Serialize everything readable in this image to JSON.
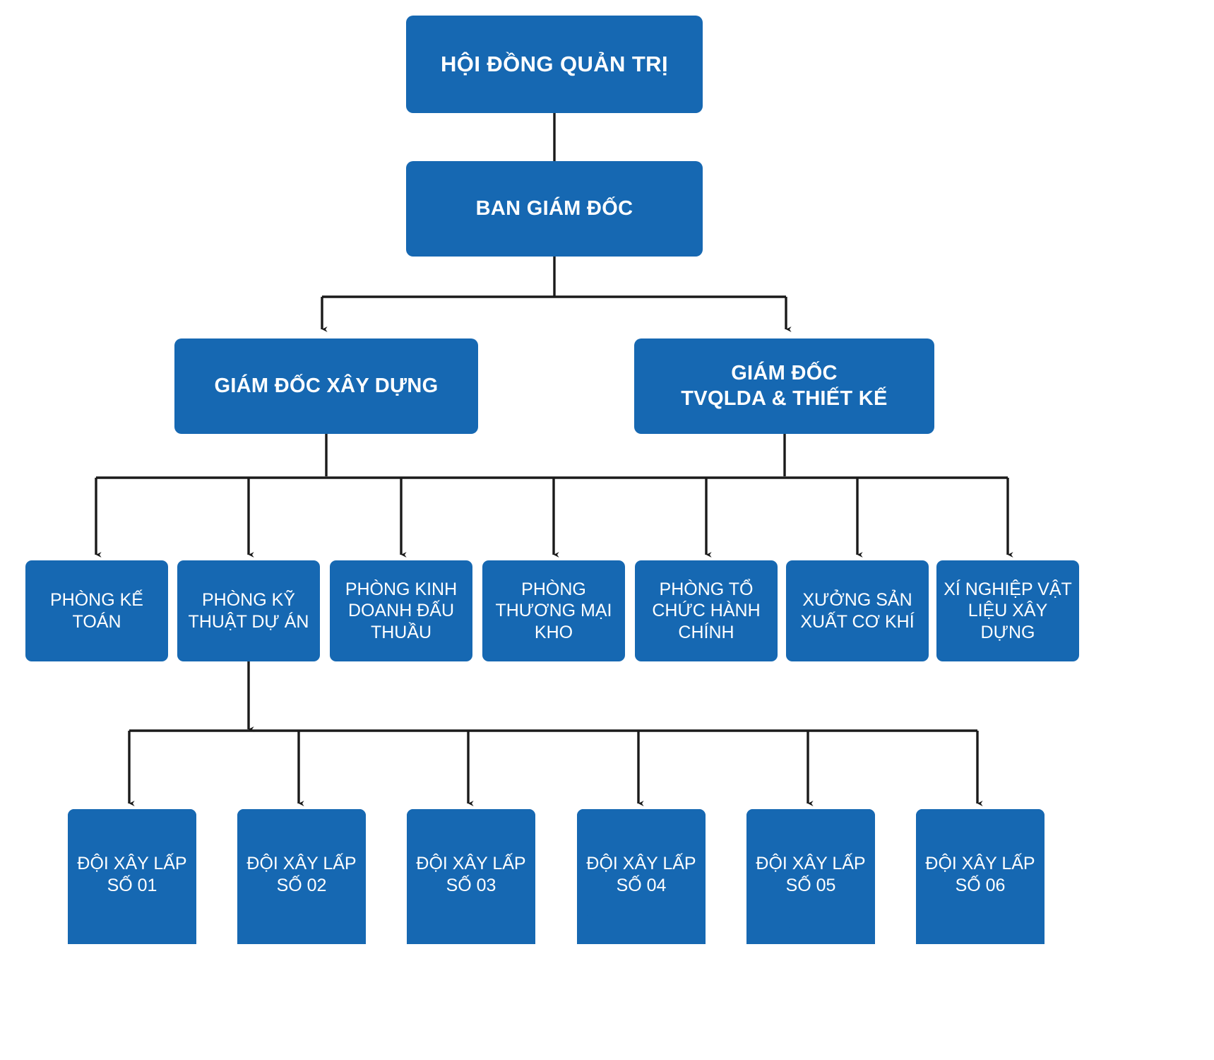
{
  "colors": {
    "box_fill": "#1668B2",
    "box_text": "#FFFFFF",
    "connector": "#1A1A1A",
    "background": "#FFFFFF"
  },
  "chart_data": {
    "type": "diagram",
    "subtype": "organizational-chart",
    "title": "",
    "orientation": "top-down",
    "levels": 4,
    "nodes": [
      {
        "id": "n1",
        "level": 1,
        "label": "HỘI ĐỒNG QUẢN TRỊ",
        "shape": "rounded-rect",
        "style": "bold",
        "parent": null
      },
      {
        "id": "n2",
        "level": 2,
        "label": "BAN GIÁM ĐỐC",
        "shape": "rounded-rect",
        "style": "bold",
        "parent": "n1"
      },
      {
        "id": "n3",
        "level": 3,
        "label": "GIÁM ĐỐC XÂY DỰNG",
        "shape": "rounded-rect",
        "style": "bold",
        "parent": "n2"
      },
      {
        "id": "n4",
        "level": 3,
        "label": "GIÁM ĐỐC\nTVQLDA & THIẾT KẾ",
        "shape": "rounded-rect",
        "style": "bold",
        "parent": "n2"
      },
      {
        "id": "d1",
        "level": 4,
        "label": "PHÒNG KẾ\nTOÁN",
        "shape": "rounded-rect",
        "style": "regular",
        "parent": "n3"
      },
      {
        "id": "d2",
        "level": 4,
        "label": "PHÒNG KỸ\nTHUẬT DỰ ÁN",
        "shape": "rounded-rect",
        "style": "regular",
        "parent": "n3"
      },
      {
        "id": "d3",
        "level": 4,
        "label": "PHÒNG KINH\nDOANH ĐẤU\nTHUẦU",
        "shape": "rounded-rect",
        "style": "regular",
        "parent": "n3"
      },
      {
        "id": "d4",
        "level": 4,
        "label": "PHÒNG\nTHƯƠNG MẠI\nKHO",
        "shape": "rounded-rect",
        "style": "regular",
        "parent": "n3"
      },
      {
        "id": "d5",
        "level": 4,
        "label": "PHÒNG TỔ\nCHỨC HÀNH\nCHÍNH",
        "shape": "rounded-rect",
        "style": "regular",
        "parent": "n4"
      },
      {
        "id": "d6",
        "level": 4,
        "label": "XƯỞNG SẢN\nXUẤT CƠ KHÍ",
        "shape": "rounded-rect",
        "style": "regular",
        "parent": "n4"
      },
      {
        "id": "d7",
        "level": 4,
        "label": "XÍ NGHIỆP VẬT\nLIỆU XÂY DỰNG",
        "shape": "rounded-rect",
        "style": "regular",
        "parent": "n4"
      },
      {
        "id": "t1",
        "level": 5,
        "label": "ĐỘI XÂY LẤP\nSỐ 01",
        "shape": "pentagon-notch",
        "style": "regular",
        "parent": "d2"
      },
      {
        "id": "t2",
        "level": 5,
        "label": "ĐỘI XÂY LẤP\nSỐ 02",
        "shape": "pentagon-notch",
        "style": "regular",
        "parent": "d2"
      },
      {
        "id": "t3",
        "level": 5,
        "label": "ĐỘI XÂY LẤP\nSỐ 03",
        "shape": "pentagon-notch",
        "style": "regular",
        "parent": "d2"
      },
      {
        "id": "t4",
        "level": 5,
        "label": "ĐỘI XÂY LẤP\nSỐ 04",
        "shape": "pentagon-notch",
        "style": "regular",
        "parent": "d2"
      },
      {
        "id": "t5",
        "level": 5,
        "label": "ĐỘI XÂY LẤP\nSỐ 05",
        "shape": "pentagon-notch",
        "style": "regular",
        "parent": "d2"
      },
      {
        "id": "t6",
        "level": 5,
        "label": "ĐỘI XÂY LẤP\nSỐ 06",
        "shape": "pentagon-notch",
        "style": "regular",
        "parent": "d2"
      }
    ],
    "edges": [
      {
        "from": "n1",
        "to": "n2",
        "arrow": false
      },
      {
        "from": "n2",
        "to": "n3",
        "arrow": true
      },
      {
        "from": "n2",
        "to": "n4",
        "arrow": true
      },
      {
        "from": "n3",
        "to": "d1",
        "arrow": true
      },
      {
        "from": "n3",
        "to": "d2",
        "arrow": true
      },
      {
        "from": "n3",
        "to": "d3",
        "arrow": true
      },
      {
        "from": "n3",
        "to": "d4",
        "arrow": true
      },
      {
        "from": "n4",
        "to": "d5",
        "arrow": true
      },
      {
        "from": "n4",
        "to": "d6",
        "arrow": true
      },
      {
        "from": "n4",
        "to": "d7",
        "arrow": true
      },
      {
        "from": "d2",
        "to": "t1",
        "arrow": true
      },
      {
        "from": "d2",
        "to": "t2",
        "arrow": true
      },
      {
        "from": "d2",
        "to": "t3",
        "arrow": true
      },
      {
        "from": "d2",
        "to": "t4",
        "arrow": true
      },
      {
        "from": "d2",
        "to": "t5",
        "arrow": true
      },
      {
        "from": "d2",
        "to": "t6",
        "arrow": true
      }
    ]
  },
  "board": {
    "label": "HỘI ĐỒNG QUẢN TRỊ"
  },
  "management": {
    "label": "BAN GIÁM ĐỐC"
  },
  "directors": [
    {
      "label": "GIÁM ĐỐC XÂY DỰNG"
    },
    {
      "label": "GIÁM ĐỐC\nTVQLDA & THIẾT KẾ"
    }
  ],
  "departments": [
    {
      "label": "PHÒNG KẾ\nTOÁN"
    },
    {
      "label": "PHÒNG KỸ\nTHUẬT DỰ ÁN"
    },
    {
      "label": "PHÒNG KINH\nDOANH ĐẤU\nTHUẦU"
    },
    {
      "label": "PHÒNG\nTHƯƠNG MẠI\nKHO"
    },
    {
      "label": "PHÒNG TỔ\nCHỨC HÀNH\nCHÍNH"
    },
    {
      "label": "XƯỞNG SẢN\nXUẤT CƠ KHÍ"
    },
    {
      "label": "XÍ NGHIỆP VẬT\nLIỆU XÂY DỰNG"
    }
  ],
  "teams": [
    {
      "label": "ĐỘI XÂY LẤP\nSỐ 01"
    },
    {
      "label": "ĐỘI XÂY LẤP\nSỐ 02"
    },
    {
      "label": "ĐỘI XÂY LẤP\nSỐ 03"
    },
    {
      "label": "ĐỘI XÂY LẤP\nSỐ 04"
    },
    {
      "label": "ĐỘI XÂY LẤP\nSỐ 05"
    },
    {
      "label": "ĐỘI XÂY LẤP\nSỐ 06"
    }
  ]
}
